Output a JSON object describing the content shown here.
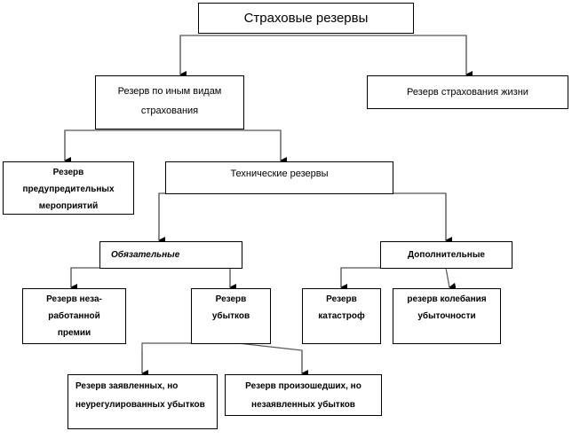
{
  "diagram": {
    "root": "Страховые резервы",
    "other_types": "Резерв по иным видам страхования",
    "life": "Резерв страхования жизни",
    "preventive": "Резерв предупредительных мероприятий",
    "technical": "Технические резервы",
    "mandatory": "Обязательные",
    "additional": "Дополнительные",
    "unearned_premium": "Резерв неза-работанной премии",
    "losses": "Резерв убытков",
    "catastrophe": "Резерв катастроф",
    "loss_fluctuation": "резерв колебания убыточности",
    "reported_unsettled": "Резерв заявленных, но неурегулированных убытков",
    "incurred_unreported": "Резерв произошедших, но незаявленных убытков"
  }
}
